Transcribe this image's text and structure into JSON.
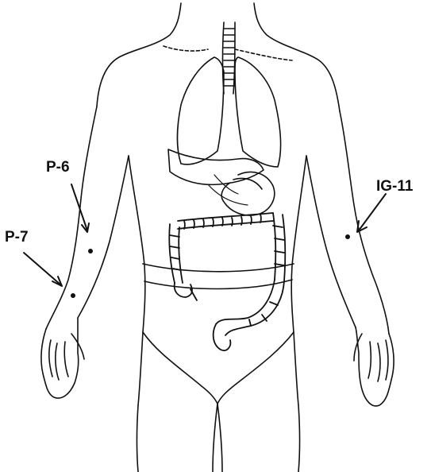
{
  "labels": {
    "p6": "P-6",
    "p7": "P-7",
    "ig11": "IG-11"
  },
  "colors": {
    "ink": "#111111",
    "paper": "#ffffff"
  }
}
